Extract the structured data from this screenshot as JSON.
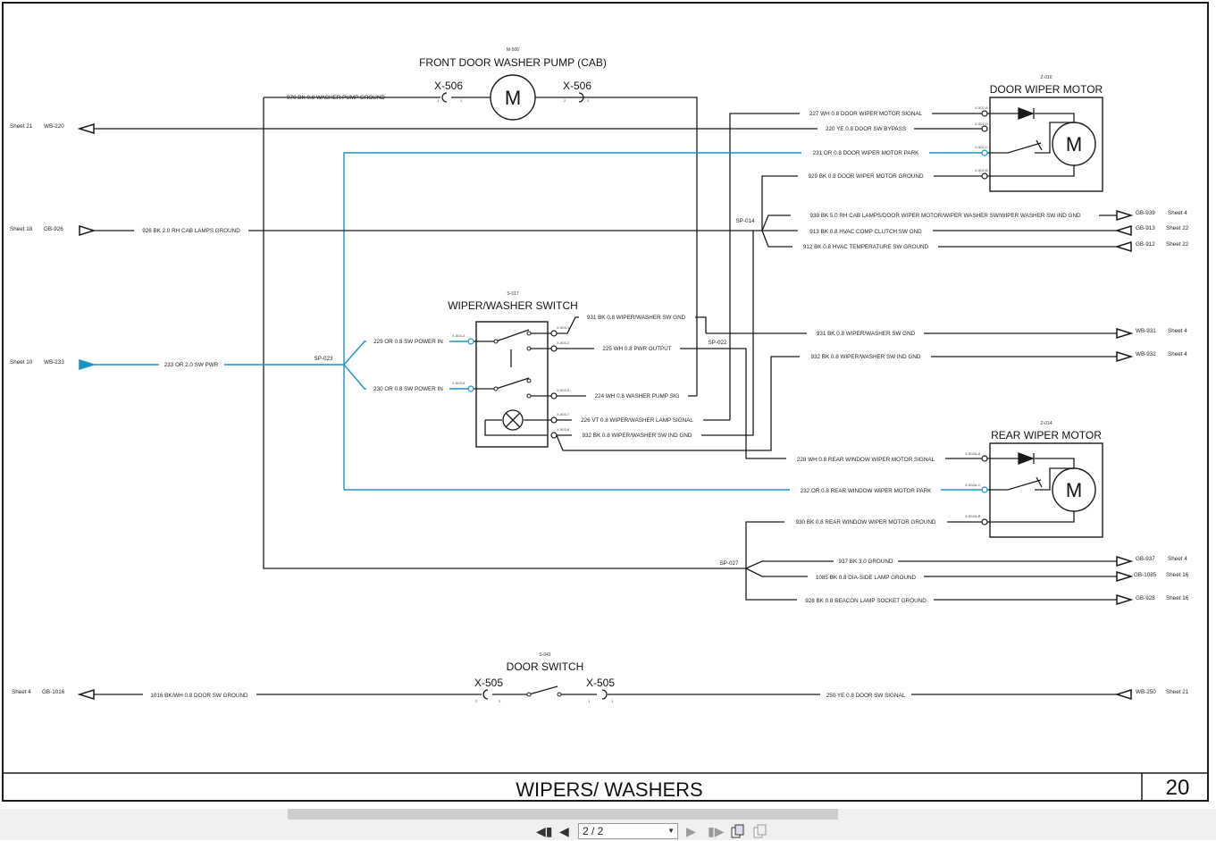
{
  "sheet": {
    "title": "WIPERS/ WASHERS",
    "number": "20"
  },
  "components": {
    "pump": {
      "ref": "M-506",
      "name": "FRONT DOOR WASHER PUMP (CAB)",
      "conn_left": "X-506",
      "conn_right": "X-506",
      "symbol": "M",
      "pin_left": "1",
      "pin_right": "2"
    },
    "door_motor": {
      "ref": "Z-010",
      "name": "DOOR WIPER MOTOR",
      "symbol": "M"
    },
    "rear_motor": {
      "ref": "Z-014",
      "name": "REAR WIPER MOTOR",
      "symbol": "M"
    },
    "switch": {
      "ref": "S-017",
      "name": "WIPER/WASHER SWITCH"
    },
    "door_switch": {
      "ref": "S-041",
      "name": "DOOR SWITCH",
      "conn_left": "X-505",
      "conn_right": "X-505",
      "pin_left": "2",
      "pin_right": "1"
    }
  },
  "splices": {
    "sp014": "SP-014",
    "sp022": "SP-022",
    "sp023": "SP-023",
    "sp027": "SP-027"
  },
  "wires": {
    "w970": "970 BK 0.8 WASHER PUMP GROUND",
    "w227": "227 WH 0.8 DOOR WIPER MOTOR SIGNAL",
    "w220": "220 YE 0.8 DOOR SW BYPASS",
    "w231": "231 OR 0.8 DOOR WIPER MOTOR PARK",
    "w929": "929 BK 0.8 DOOR WIPER MOTOR GROUND",
    "w939": "939 BK 5.0 RH CAB LAMPS/DOOR WIPER MOTOR/WIPER WASHER SW/WIPER WASHER SW IND GND",
    "w913": "913 BK 0.8 HVAC COMP CLUTCH SW GND",
    "w912": "912 BK 0.8 HVAC TEMPERATURE SW GROUND",
    "w926": "926 BK 2.0 RH CAB LAMPS GROUND",
    "w931a": "931 BK 0.8 WIPER/WASHER SW GND",
    "w931b": "931 BK 0.8 WIPER/WASHER SW GND",
    "w229": "229 OR 0.8 SW POWER IN",
    "w225": "225 WH 0.8 PWR OUTPUT",
    "w932b": "932 BK 0.8 WIPER/WASHER SW IND GND",
    "w233": "233 OR 2.0 SW PWR",
    "w230": "230 OR 0.8 SW POWER IN",
    "w224": "224 WH 0.8 WASHER PUMP SIG",
    "w226": "226 VT 0.8 WIPER/WASHER LAMP SIGNAL",
    "w932a": "932 BK 0.8 WIPER/WASHER SW IND GND",
    "w228": "228 WH 0.8 REAR WINDOW WIPER MOTOR SIGNAL",
    "w232": "232 OR 0.8 REAR WINDOW WIPER MOTOR PARK",
    "w930": "930 BK 0.8 REAR WINDOW WIPER MOTOR GROUND",
    "w937": "937 BK 3.0 GROUND",
    "w1085": "1085 BK 0.8 DIA-SIDE LAMP GROUND",
    "w928": "928 BK 0.8 BEACON LAMP SOCKET GROUND",
    "w1016": "1016 BK/WH 0.8 DOOR SW GROUND",
    "w250": "250 YE 0.8 DOOR SW SIGNAL"
  },
  "pins": {
    "x502a": "X-502-A",
    "x502d": "X-502-D",
    "x502c": "X-502-C",
    "x502b": "X-502-B",
    "x503_1": "X-503-1",
    "x503_2": "X-503-2",
    "x503_3": "X-503-3",
    "x503_6": "X-503-6",
    "x503_5": "X-503-5",
    "x503_7": "X-503-7",
    "x503_8": "X-503-8",
    "x502aa": "X-502A-A",
    "x502ac": "X-502A-C",
    "x502ab": "X-502A-B"
  },
  "offsheet_left": [
    {
      "sheet": "Sheet 21",
      "ref": "WB-220"
    },
    {
      "sheet": "Sheet 18",
      "ref": "GB-926"
    },
    {
      "sheet": "Sheet 10",
      "ref": "WB-233"
    },
    {
      "sheet": "Sheet 4",
      "ref": "GB-1016"
    }
  ],
  "offsheet_right": [
    {
      "ref": "GB-939",
      "sheet": "Sheet 4"
    },
    {
      "ref": "GB-913",
      "sheet": "Sheet 22"
    },
    {
      "ref": "GB-912",
      "sheet": "Sheet 22"
    },
    {
      "ref": "WB-931",
      "sheet": "Sheet 4"
    },
    {
      "ref": "WB-932",
      "sheet": "Sheet 4"
    },
    {
      "ref": "GB-937",
      "sheet": "Sheet 4"
    },
    {
      "ref": "GB-1085",
      "sheet": "Sheet 16"
    },
    {
      "ref": "GB-928",
      "sheet": "Sheet 16"
    },
    {
      "ref": "WB-250",
      "sheet": "Sheet 21"
    }
  ],
  "colors": {
    "wire_black": "#1a1a1a",
    "wire_blue": "#1a93c8",
    "viewer_bg": "#f0f0f0"
  },
  "viewer": {
    "page_indicator": "2 / 2",
    "icons": [
      "first-page-icon",
      "prev-page-icon",
      "next-page-icon",
      "last-page-icon",
      "single-page-view-icon",
      "two-page-view-icon"
    ]
  }
}
